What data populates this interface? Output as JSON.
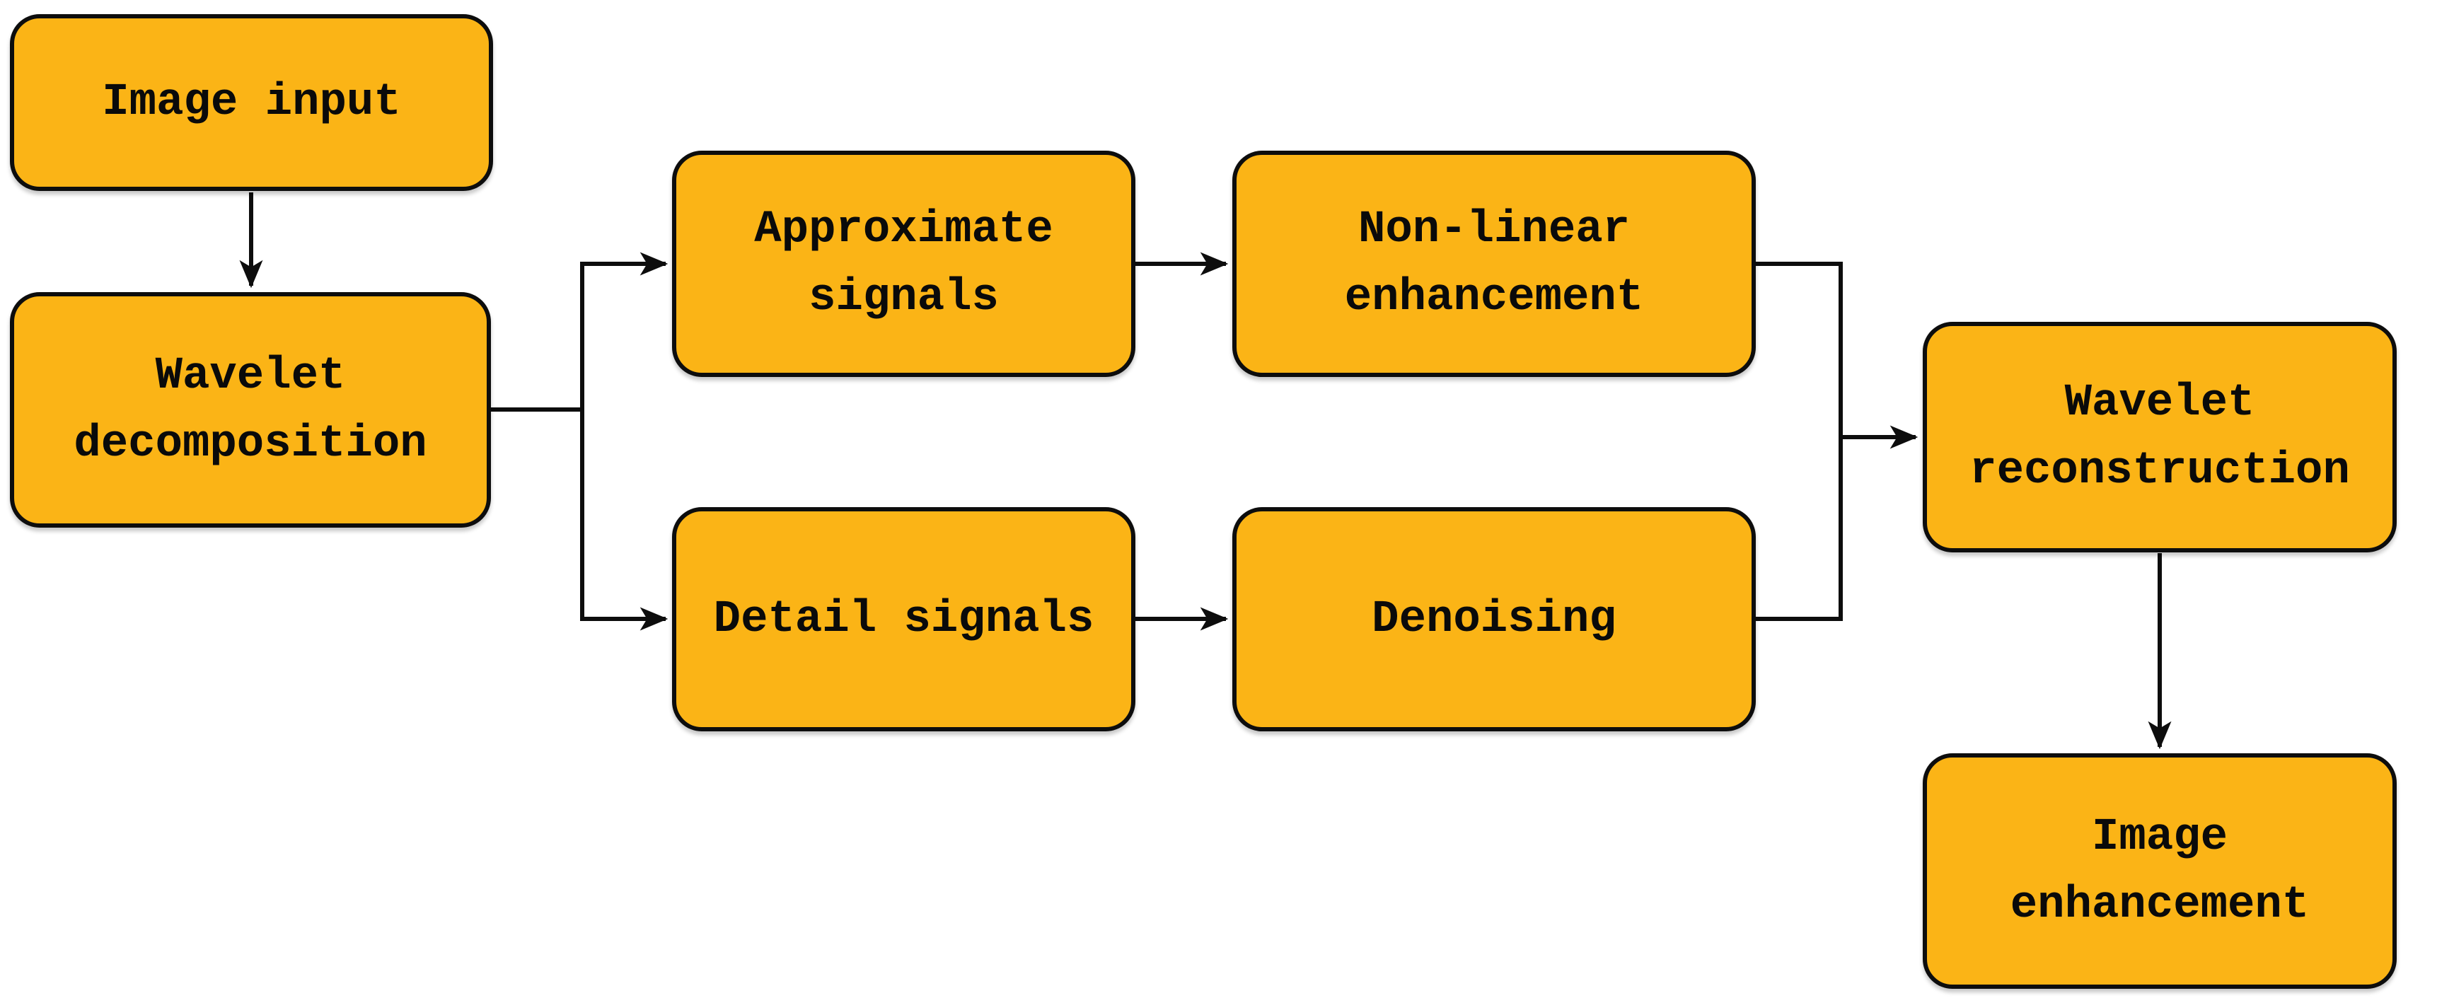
{
  "diagram": {
    "type": "flowchart",
    "background_color": "#FFFFFF",
    "node_fill_color": "#FBB416",
    "node_border_color": "#0D0D0D",
    "connector_color": "#0D0D0D",
    "text_color": "#0A0A0A",
    "nodes": [
      {
        "id": "image-input",
        "label": "Image input"
      },
      {
        "id": "wavelet-decomposition",
        "label": "Wavelet decomposition"
      },
      {
        "id": "approximate-signals",
        "label": "Approximate signals"
      },
      {
        "id": "non-linear-enhancement",
        "label": "Non-linear enhancement"
      },
      {
        "id": "detail-signals",
        "label": "Detail signals"
      },
      {
        "id": "denoising",
        "label": "Denoising"
      },
      {
        "id": "wavelet-reconstruction",
        "label": "Wavelet reconstruction"
      },
      {
        "id": "image-enhancement",
        "label": "Image enhancement"
      }
    ],
    "edges": [
      {
        "from": "Image input",
        "to": "Wavelet decomposition"
      },
      {
        "from": "Wavelet decomposition",
        "to": "Approximate signals"
      },
      {
        "from": "Wavelet decomposition",
        "to": "Detail signals"
      },
      {
        "from": "Approximate signals",
        "to": "Non-linear enhancement"
      },
      {
        "from": "Detail signals",
        "to": "Denoising"
      },
      {
        "from": "Non-linear enhancement",
        "to": "Wavelet reconstruction"
      },
      {
        "from": "Denoising",
        "to": "Wavelet reconstruction"
      },
      {
        "from": "Wavelet reconstruction",
        "to": "Image enhancement"
      }
    ]
  }
}
